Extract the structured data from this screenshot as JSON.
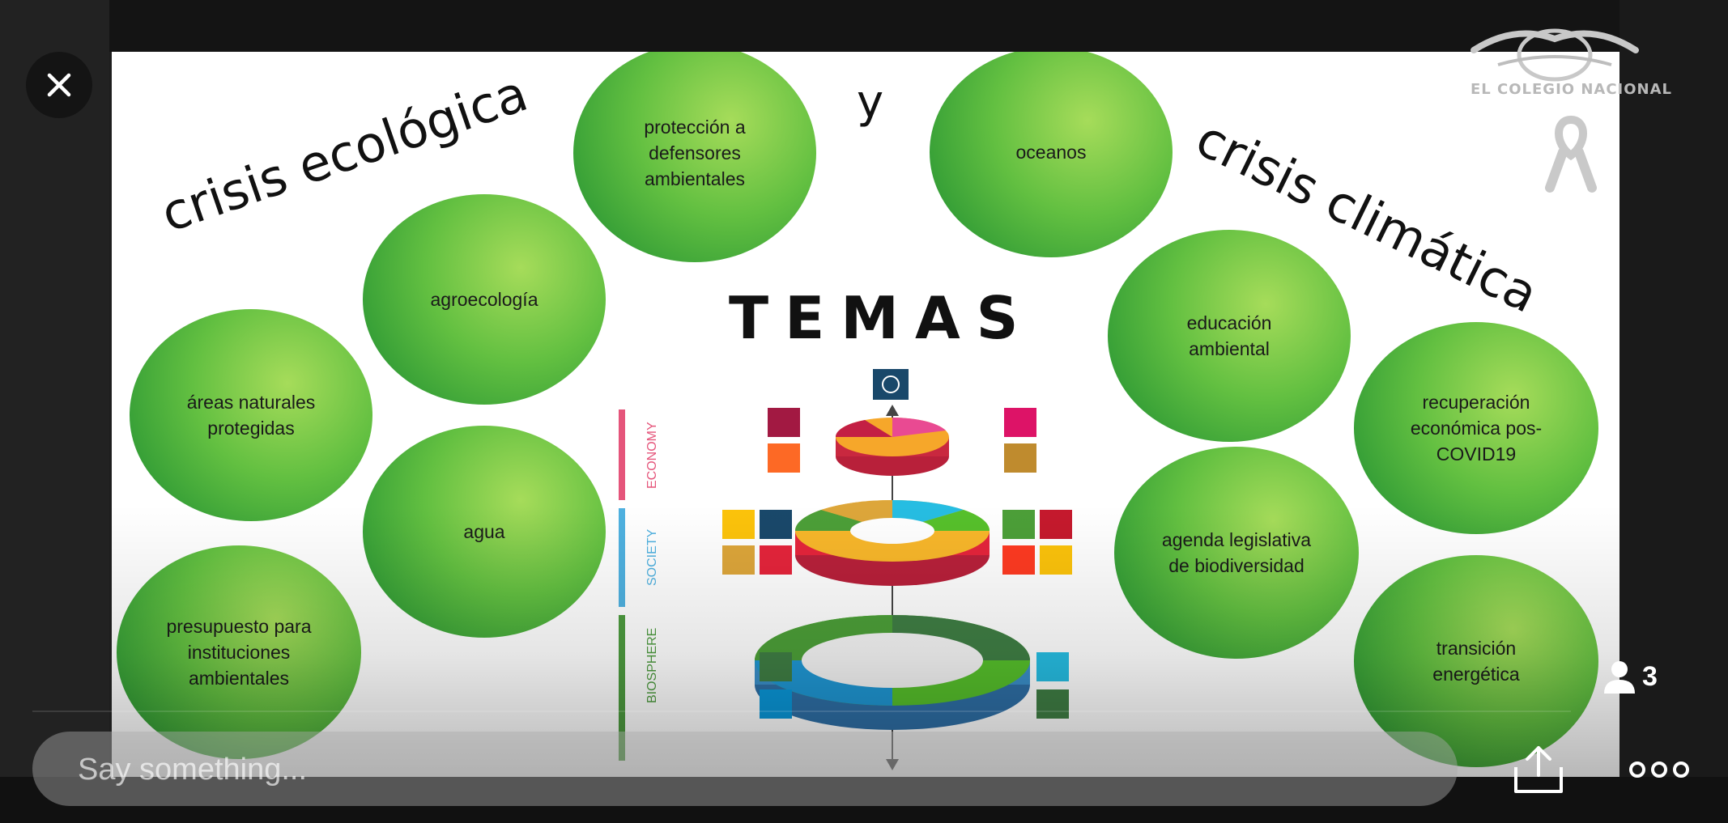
{
  "slide": {
    "title_left": "crisis ecológica",
    "title_right": "crisis climática",
    "connector": "y",
    "center_title": "TEMAS",
    "logo_text": "EL COLEGIO NACIONAL",
    "diagram": {
      "layers": [
        "ECONOMY",
        "SOCIETY",
        "BIOSPHERE"
      ],
      "layer_colors": [
        "#e5557b",
        "#4fb1e0",
        "#4d9b3f"
      ]
    },
    "bubbles": [
      "protección a\ndefensores\nambientales",
      "oceanos",
      "agroecología",
      "áreas naturales\nprotegidas",
      "agua",
      "presupuesto para\ninstituciones\nambientales",
      "educación\nambiental",
      "recuperación\neconómica pos-\nCOVID19",
      "agenda legislativa\nde biodiversidad",
      "transición\nenergética"
    ]
  },
  "controls": {
    "close_icon": "close-icon",
    "comment_placeholder": "Say something...",
    "share_icon": "share-icon",
    "more_icon": "more-icon",
    "viewer_count": "3"
  },
  "colors": {
    "bubble_light": "#a6dc5a",
    "bubble_dark": "#2f9a35",
    "background": "#1e1e1e"
  }
}
